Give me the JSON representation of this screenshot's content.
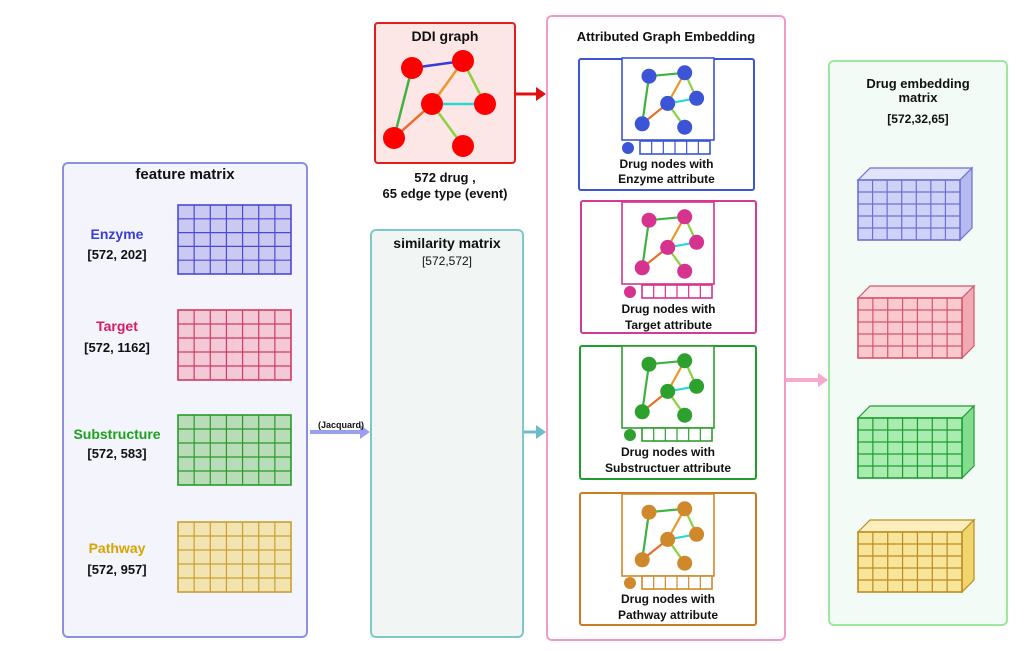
{
  "ddi": {
    "title": "DDI graph",
    "caption_line1": "572 drug ,",
    "caption_line2": "65 edge type (event)"
  },
  "feature": {
    "title": "feature matrix",
    "items": [
      {
        "name": "Enzyme",
        "dims": "[572, 202]",
        "color": "#3b3bd6"
      },
      {
        "name": "Target",
        "dims": "[572, 1162]",
        "color": "#d81b60"
      },
      {
        "name": "Substructure",
        "dims": "[572, 583]",
        "color": "#1aa31a"
      },
      {
        "name": "Pathway",
        "dims": "[572, 957]",
        "color": "#d9a400"
      }
    ]
  },
  "jacquard_label": "(Jacquard)",
  "similarity": {
    "title": "similarity matrix",
    "dims": "[572,572]"
  },
  "age": {
    "title": "Attributed Graph Embedding",
    "boxes": [
      {
        "line1": "Drug nodes with",
        "line2": "Enzyme attribute",
        "color": "#3b55d6"
      },
      {
        "line1": "Drug nodes with",
        "line2": "Target attribute",
        "color": "#d33a96"
      },
      {
        "line1": "Drug nodes with",
        "line2": "Substructuer attribute",
        "color": "#1f9e2e"
      },
      {
        "line1": "Drug nodes with",
        "line2": "Pathway attribute",
        "color": "#c97d20"
      }
    ]
  },
  "embedding": {
    "title_line1": "Drug embedding",
    "title_line2": "matrix",
    "dims": "[572,32,65]"
  },
  "colors": {
    "ddi_node": "#ff0000",
    "feature_border": "#8e8ee0",
    "similarity_border": "#7ec8c8",
    "age_border": "#f29ac8",
    "embedding_border": "#9ee89e",
    "arrow_feature": "#9aa0f0",
    "arrow_similarity": "#6bbcc8",
    "arrow_age": "#f7a8cf",
    "arrow_ddi": "#e01010"
  }
}
